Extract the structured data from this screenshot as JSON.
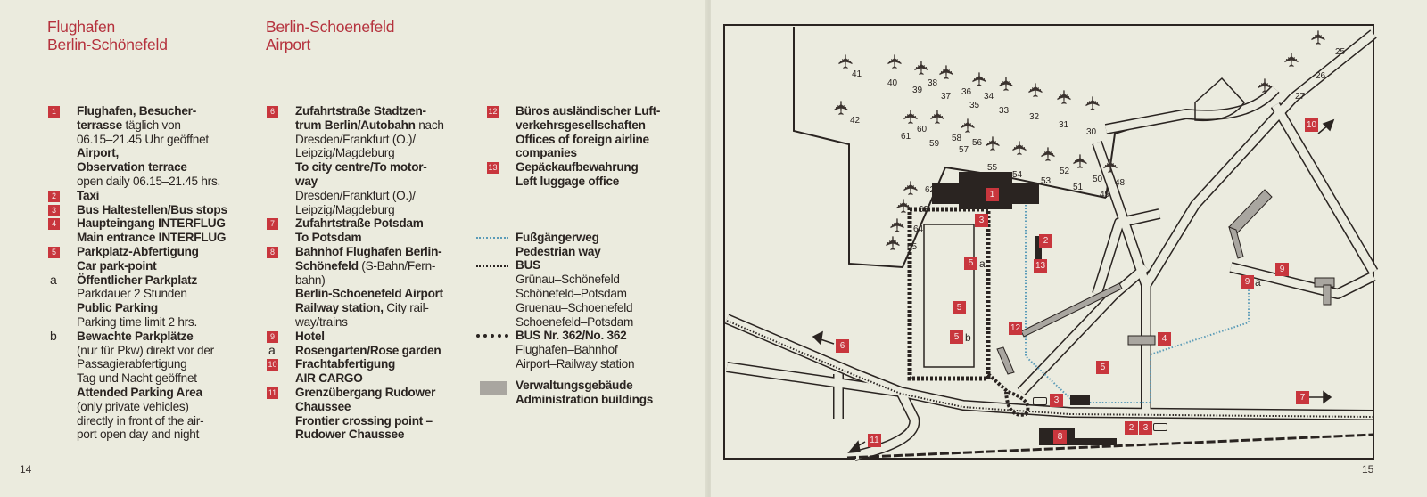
{
  "header": {
    "title_de": [
      "Flughafen",
      "Berlin-Schönefeld"
    ],
    "title_en": [
      "Berlin-Schoenefeld",
      "Airport"
    ]
  },
  "legend": {
    "columns": [
      {
        "entries": [
          {
            "marker": "1",
            "type": "num",
            "lines": [
              [
                {
                  "text": "Flughafen, Besucher-",
                  "bold": true
                }
              ],
              [
                {
                  "text": "terrasse",
                  "bold": true
                },
                {
                  "text": " täglich von",
                  "bold": false
                }
              ],
              [
                {
                  "text": "06.15–21.45 Uhr geöffnet",
                  "bold": false
                }
              ],
              [
                {
                  "text": "Airport,",
                  "bold": true
                }
              ],
              [
                {
                  "text": "Observation terrace",
                  "bold": true
                }
              ],
              [
                {
                  "text": "open daily 06.15–21.45 hrs.",
                  "bold": false
                }
              ]
            ]
          },
          {
            "marker": "2",
            "type": "num",
            "lines": [
              [
                {
                  "text": "Taxi",
                  "bold": true
                }
              ]
            ]
          },
          {
            "marker": "3",
            "type": "num",
            "lines": [
              [
                {
                  "text": "Bus Haltestellen/Bus stops",
                  "bold": true
                }
              ]
            ]
          },
          {
            "marker": "4",
            "type": "num",
            "lines": [
              [
                {
                  "text": "Haupteingang INTERFLUG",
                  "bold": true
                }
              ],
              [
                {
                  "text": "Main entrance INTERFLUG",
                  "bold": true
                }
              ]
            ]
          },
          {
            "marker": "5",
            "type": "num",
            "lines": [
              [
                {
                  "text": "Parkplatz-Abfertigung",
                  "bold": true
                }
              ],
              [
                {
                  "text": "Car park-point",
                  "bold": true
                }
              ]
            ]
          },
          {
            "marker": "a",
            "type": "letter",
            "lines": [
              [
                {
                  "text": "Öffentlicher Parkplatz",
                  "bold": true
                }
              ],
              [
                {
                  "text": "Parkdauer 2 Stunden",
                  "bold": false
                }
              ],
              [
                {
                  "text": "Public Parking",
                  "bold": true
                }
              ],
              [
                {
                  "text": "Parking time limit 2 hrs.",
                  "bold": false
                }
              ]
            ]
          },
          {
            "marker": "b",
            "type": "letter",
            "lines": [
              [
                {
                  "text": "Bewachte Parkplätze",
                  "bold": true
                }
              ],
              [
                {
                  "text": "(nur für Pkw) direkt vor der",
                  "bold": false
                }
              ],
              [
                {
                  "text": "Passagierabfertigung",
                  "bold": false
                }
              ],
              [
                {
                  "text": "Tag und Nacht geöffnet",
                  "bold": false
                }
              ],
              [
                {
                  "text": "Attended Parking Area",
                  "bold": true
                }
              ],
              [
                {
                  "text": "(only private vehicles)",
                  "bold": false
                }
              ],
              [
                {
                  "text": "directly in front of the air-",
                  "bold": false
                }
              ],
              [
                {
                  "text": "port open day and night",
                  "bold": false
                }
              ]
            ]
          }
        ]
      },
      {
        "entries": [
          {
            "marker": "6",
            "type": "num",
            "lines": [
              [
                {
                  "text": "Zufahrtstraße Stadtzen-",
                  "bold": true
                }
              ],
              [
                {
                  "text": "trum Berlin/Autobahn",
                  "bold": true
                },
                {
                  "text": " nach",
                  "bold": false
                }
              ],
              [
                {
                  "text": "Dresden/Frankfurt (O.)/",
                  "bold": false
                }
              ],
              [
                {
                  "text": "Leipzig/Magdeburg",
                  "bold": false
                }
              ],
              [
                {
                  "text": "To city centre/To motor-",
                  "bold": true
                }
              ],
              [
                {
                  "text": "way",
                  "bold": true
                }
              ],
              [
                {
                  "text": "Dresden/Frankfurt (O.)/",
                  "bold": false
                }
              ],
              [
                {
                  "text": "Leipzig/Magdeburg",
                  "bold": false
                }
              ]
            ]
          },
          {
            "marker": "7",
            "type": "num",
            "lines": [
              [
                {
                  "text": "Zufahrtstraße Potsdam",
                  "bold": true
                }
              ],
              [
                {
                  "text": "To Potsdam",
                  "bold": true
                }
              ]
            ]
          },
          {
            "marker": "8",
            "type": "num",
            "lines": [
              [
                {
                  "text": "Bahnhof Flughafen Berlin-",
                  "bold": true
                }
              ],
              [
                {
                  "text": "Schönefeld",
                  "bold": true
                },
                {
                  "text": " (S-Bahn/Fern-",
                  "bold": false
                }
              ],
              [
                {
                  "text": "bahn)",
                  "bold": false
                }
              ],
              [
                {
                  "text": "Berlin-Schoenefeld Airport",
                  "bold": true
                }
              ],
              [
                {
                  "text": "Railway station,",
                  "bold": true
                },
                {
                  "text": " City rail-",
                  "bold": false
                }
              ],
              [
                {
                  "text": "way/trains",
                  "bold": false
                }
              ]
            ]
          },
          {
            "marker": "9",
            "type": "num",
            "lines": [
              [
                {
                  "text": "Hotel",
                  "bold": true
                }
              ]
            ]
          },
          {
            "marker": "a",
            "type": "letter",
            "lines": [
              [
                {
                  "text": "Rosengarten/Rose garden",
                  "bold": true
                }
              ]
            ]
          },
          {
            "marker": "10",
            "type": "num",
            "lines": [
              [
                {
                  "text": "Frachtabfertigung",
                  "bold": true
                }
              ],
              [
                {
                  "text": "AIR CARGO",
                  "bold": true
                }
              ]
            ]
          },
          {
            "marker": "11",
            "type": "num",
            "lines": [
              [
                {
                  "text": "Grenzübergang Rudower",
                  "bold": true
                }
              ],
              [
                {
                  "text": "Chaussee",
                  "bold": true
                }
              ],
              [
                {
                  "text": "Frontier crossing point –",
                  "bold": true
                }
              ],
              [
                {
                  "text": "Rudower Chaussee",
                  "bold": true
                }
              ]
            ]
          }
        ]
      },
      {
        "entries": [
          {
            "marker": "12",
            "type": "num",
            "lines": [
              [
                {
                  "text": "Büros ausländischer Luft-",
                  "bold": true
                }
              ],
              [
                {
                  "text": "verkehrsgesellschaften",
                  "bold": true
                }
              ],
              [
                {
                  "text": "Offices of foreign airline",
                  "bold": true
                }
              ],
              [
                {
                  "text": "companies",
                  "bold": true
                }
              ]
            ]
          },
          {
            "marker": "13",
            "type": "num",
            "lines": [
              [
                {
                  "text": "Gepäckaufbewahrung",
                  "bold": true
                }
              ],
              [
                {
                  "text": "Left luggage office",
                  "bold": true
                }
              ]
            ]
          },
          {
            "marker": "",
            "type": "ped",
            "lines": [
              [
                {
                  "text": "Fußgängerweg",
                  "bold": true
                }
              ],
              [
                {
                  "text": "Pedestrian way",
                  "bold": true
                }
              ]
            ]
          },
          {
            "marker": "",
            "type": "bus",
            "lines": [
              [
                {
                  "text": "BUS",
                  "bold": true
                }
              ],
              [
                {
                  "text": "Grünau–Schönefeld",
                  "bold": false
                }
              ],
              [
                {
                  "text": "Schönefeld–Potsdam",
                  "bold": false
                }
              ],
              [
                {
                  "text": "Gruenau–Schoenefeld",
                  "bold": false
                }
              ],
              [
                {
                  "text": "Schoenefeld–Potsdam",
                  "bold": false
                }
              ]
            ]
          },
          {
            "marker": "",
            "type": "bus362",
            "lines": [
              [
                {
                  "text": "BUS Nr. 362/No. 362",
                  "bold": true
                }
              ],
              [
                {
                  "text": "Flughafen–Bahnhof",
                  "bold": false
                }
              ],
              [
                {
                  "text": "Airport–Railway station",
                  "bold": false
                }
              ]
            ]
          },
          {
            "marker": "",
            "type": "admin",
            "lines": [
              [
                {
                  "text": "Verwaltungsgebäude",
                  "bold": true
                }
              ],
              [
                {
                  "text": "Administration buildings",
                  "bold": true
                }
              ]
            ]
          }
        ]
      }
    ]
  },
  "map": {
    "markers": [
      "1",
      "3",
      "2",
      "13",
      "5",
      "5",
      "5",
      "12",
      "6",
      "3",
      "8",
      "2",
      "3",
      "11",
      "5",
      "4",
      "9",
      "9",
      "10",
      "7"
    ],
    "marker_suffixes": [
      "a",
      "b",
      "a"
    ],
    "planes": [
      "41",
      "40",
      "39",
      "38",
      "37",
      "36",
      "35",
      "34",
      "33",
      "32",
      "31",
      "30",
      "42",
      "61",
      "60",
      "59",
      "58",
      "57",
      "56",
      "55",
      "54",
      "53",
      "52",
      "51",
      "50",
      "49",
      "48",
      "62",
      "63",
      "64",
      "65",
      "27",
      "26",
      "25"
    ]
  },
  "footer": {
    "page_left": "14",
    "page_right": "15"
  },
  "colors": {
    "accent_red": "#c8363d",
    "paper": "#ebebde",
    "ink": "#2a2421",
    "pedestrian_blue": "#5a9bb8",
    "admin_gray": "#a9a6a0"
  }
}
